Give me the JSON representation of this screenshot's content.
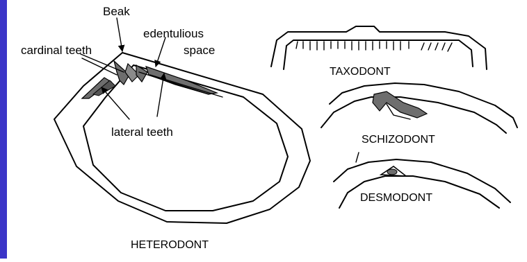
{
  "colors": {
    "side_bar": "#3b35c8",
    "ink": "#000000",
    "tooth_fill": "#6e6e6e",
    "background": "#ffffff"
  },
  "labels": {
    "beak": "Beak",
    "edentulous_line1": "edentulious",
    "edentulous_line2": "space",
    "cardinal_teeth": "cardinal teeth",
    "lateral_teeth": "lateral teeth"
  },
  "captions": {
    "heterodont": "HETERODONT",
    "taxodont": "TAXODONT",
    "schizodont": "SCHIZODONT",
    "desmodont": "DESMODONT"
  }
}
